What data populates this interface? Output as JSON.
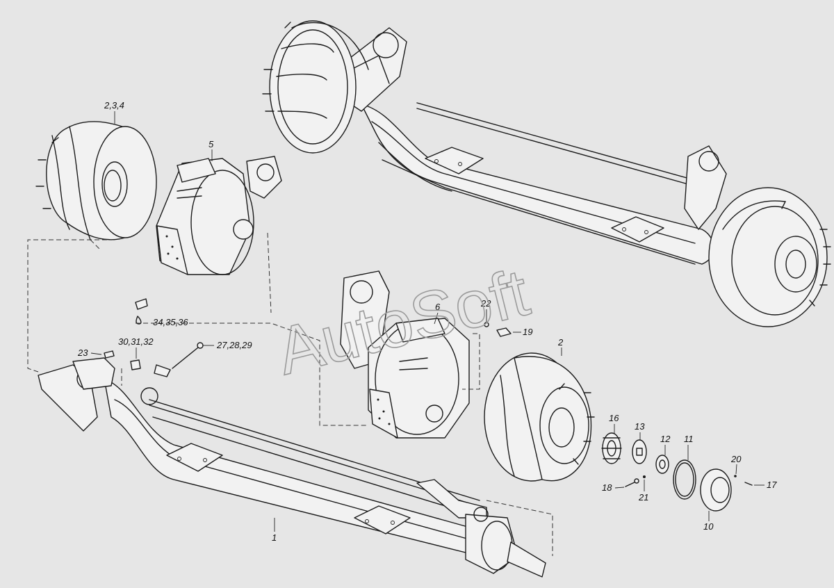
{
  "watermark": "AutoSoft",
  "callouts": [
    {
      "id": "c-2-3-4",
      "text": "2,3,4"
    },
    {
      "id": "c-5",
      "text": "5"
    },
    {
      "id": "c-34-35-36",
      "text": "34,35,36"
    },
    {
      "id": "c-30-31-32",
      "text": "30,31,32"
    },
    {
      "id": "c-27-28-29",
      "text": "27,28,29"
    },
    {
      "id": "c-23",
      "text": "23"
    },
    {
      "id": "c-22",
      "text": "22"
    },
    {
      "id": "c-19",
      "text": "19"
    },
    {
      "id": "c-6",
      "text": "6"
    },
    {
      "id": "c-2",
      "text": "2"
    },
    {
      "id": "c-16",
      "text": "16"
    },
    {
      "id": "c-13",
      "text": "13"
    },
    {
      "id": "c-12",
      "text": "12"
    },
    {
      "id": "c-11",
      "text": "11"
    },
    {
      "id": "c-20",
      "text": "20"
    },
    {
      "id": "c-17",
      "text": "17"
    },
    {
      "id": "c-18",
      "text": "18"
    },
    {
      "id": "c-21",
      "text": "21"
    },
    {
      "id": "c-10",
      "text": "10"
    },
    {
      "id": "c-1",
      "text": "1"
    }
  ]
}
